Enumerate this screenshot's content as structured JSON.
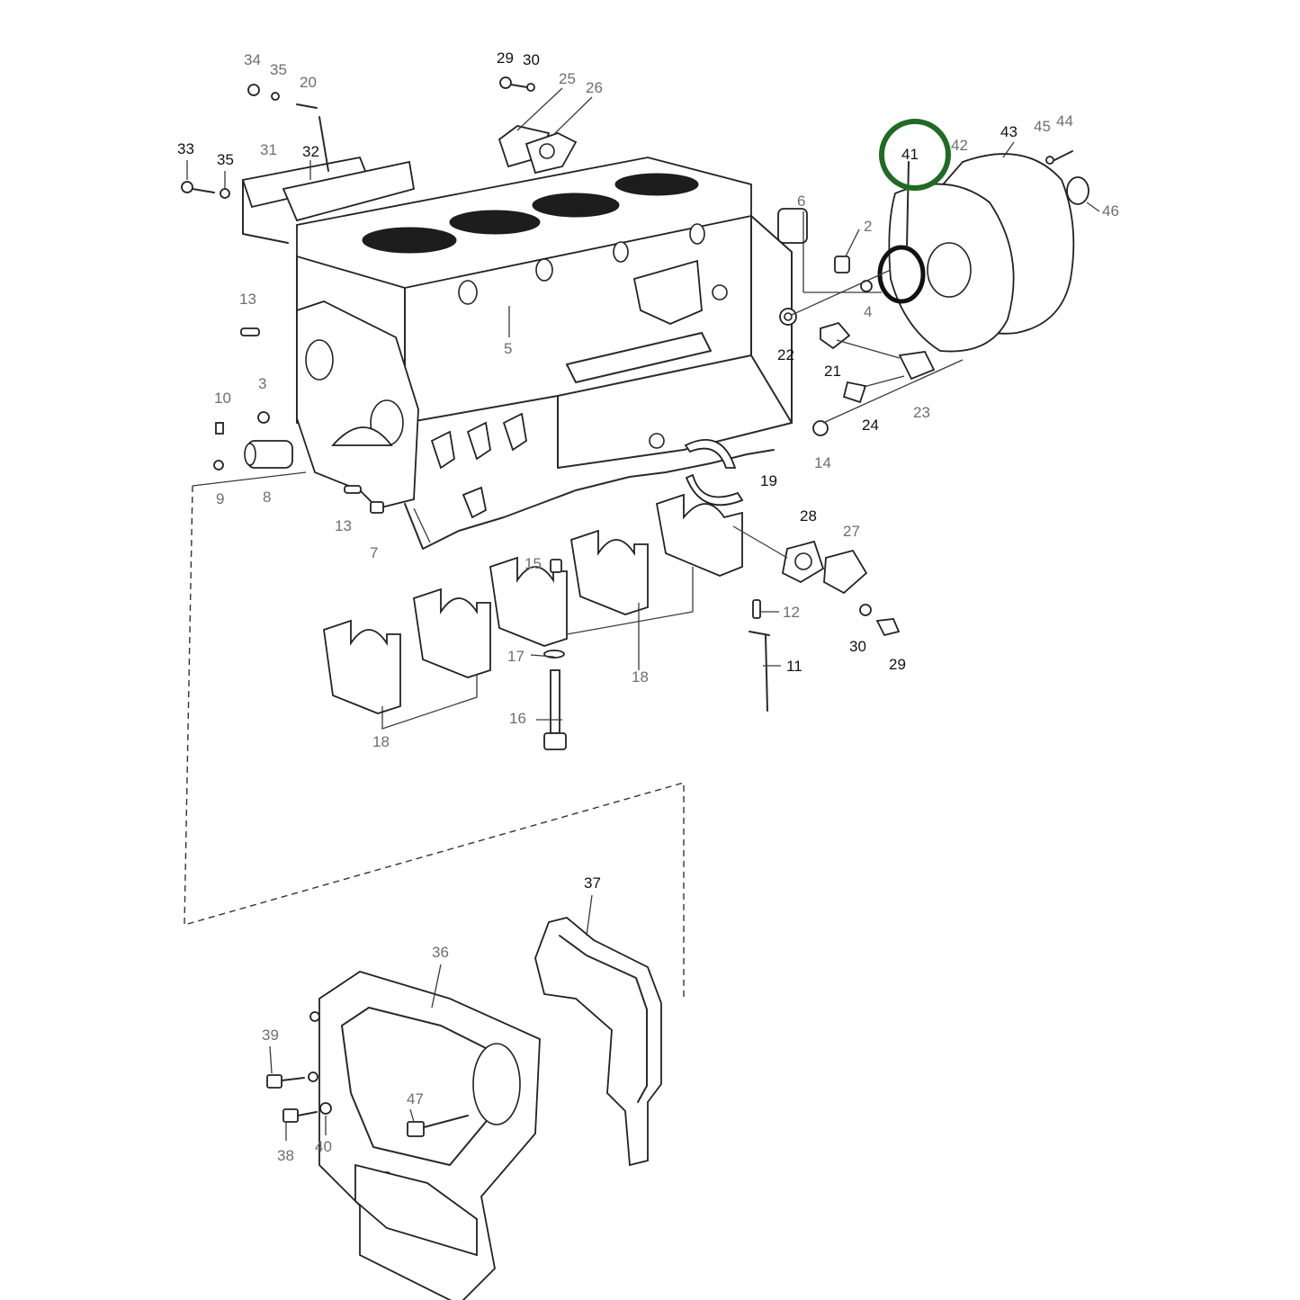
{
  "diagram": {
    "highlight": {
      "part": "41",
      "color": "#1f6b24"
    },
    "callouts": [
      {
        "id": "c34",
        "text": "34"
      },
      {
        "id": "c35a",
        "text": "35"
      },
      {
        "id": "c20",
        "text": "20"
      },
      {
        "id": "c33",
        "text": "33"
      },
      {
        "id": "c35b",
        "text": "35"
      },
      {
        "id": "c31",
        "text": "31"
      },
      {
        "id": "c32",
        "text": "32"
      },
      {
        "id": "c29a",
        "text": "29"
      },
      {
        "id": "c30a",
        "text": "30"
      },
      {
        "id": "c25",
        "text": "25"
      },
      {
        "id": "c26",
        "text": "26"
      },
      {
        "id": "c41",
        "text": "41"
      },
      {
        "id": "c42",
        "text": "42"
      },
      {
        "id": "c43",
        "text": "43"
      },
      {
        "id": "c45",
        "text": "45"
      },
      {
        "id": "c44",
        "text": "44"
      },
      {
        "id": "c46",
        "text": "46"
      },
      {
        "id": "c6",
        "text": "6"
      },
      {
        "id": "c2",
        "text": "2"
      },
      {
        "id": "c4",
        "text": "4"
      },
      {
        "id": "c13a",
        "text": "13"
      },
      {
        "id": "c5",
        "text": "5"
      },
      {
        "id": "c22",
        "text": "22"
      },
      {
        "id": "c21",
        "text": "21"
      },
      {
        "id": "c23",
        "text": "23"
      },
      {
        "id": "c24",
        "text": "24"
      },
      {
        "id": "c10",
        "text": "10"
      },
      {
        "id": "c3",
        "text": "3"
      },
      {
        "id": "c14",
        "text": "14"
      },
      {
        "id": "c9",
        "text": "9"
      },
      {
        "id": "c8",
        "text": "8"
      },
      {
        "id": "c19",
        "text": "19"
      },
      {
        "id": "c13b",
        "text": "13"
      },
      {
        "id": "c7",
        "text": "7"
      },
      {
        "id": "c28",
        "text": "28"
      },
      {
        "id": "c27",
        "text": "27"
      },
      {
        "id": "c15",
        "text": "15"
      },
      {
        "id": "c12",
        "text": "12"
      },
      {
        "id": "c17",
        "text": "17"
      },
      {
        "id": "c30b",
        "text": "30"
      },
      {
        "id": "c29b",
        "text": "29"
      },
      {
        "id": "c11",
        "text": "11"
      },
      {
        "id": "c18a",
        "text": "18"
      },
      {
        "id": "c16",
        "text": "16"
      },
      {
        "id": "c18b",
        "text": "18"
      },
      {
        "id": "c37",
        "text": "37"
      },
      {
        "id": "c36",
        "text": "36"
      },
      {
        "id": "c39",
        "text": "39"
      },
      {
        "id": "c47",
        "text": "47"
      },
      {
        "id": "c38",
        "text": "38"
      },
      {
        "id": "c40",
        "text": "40"
      }
    ]
  }
}
